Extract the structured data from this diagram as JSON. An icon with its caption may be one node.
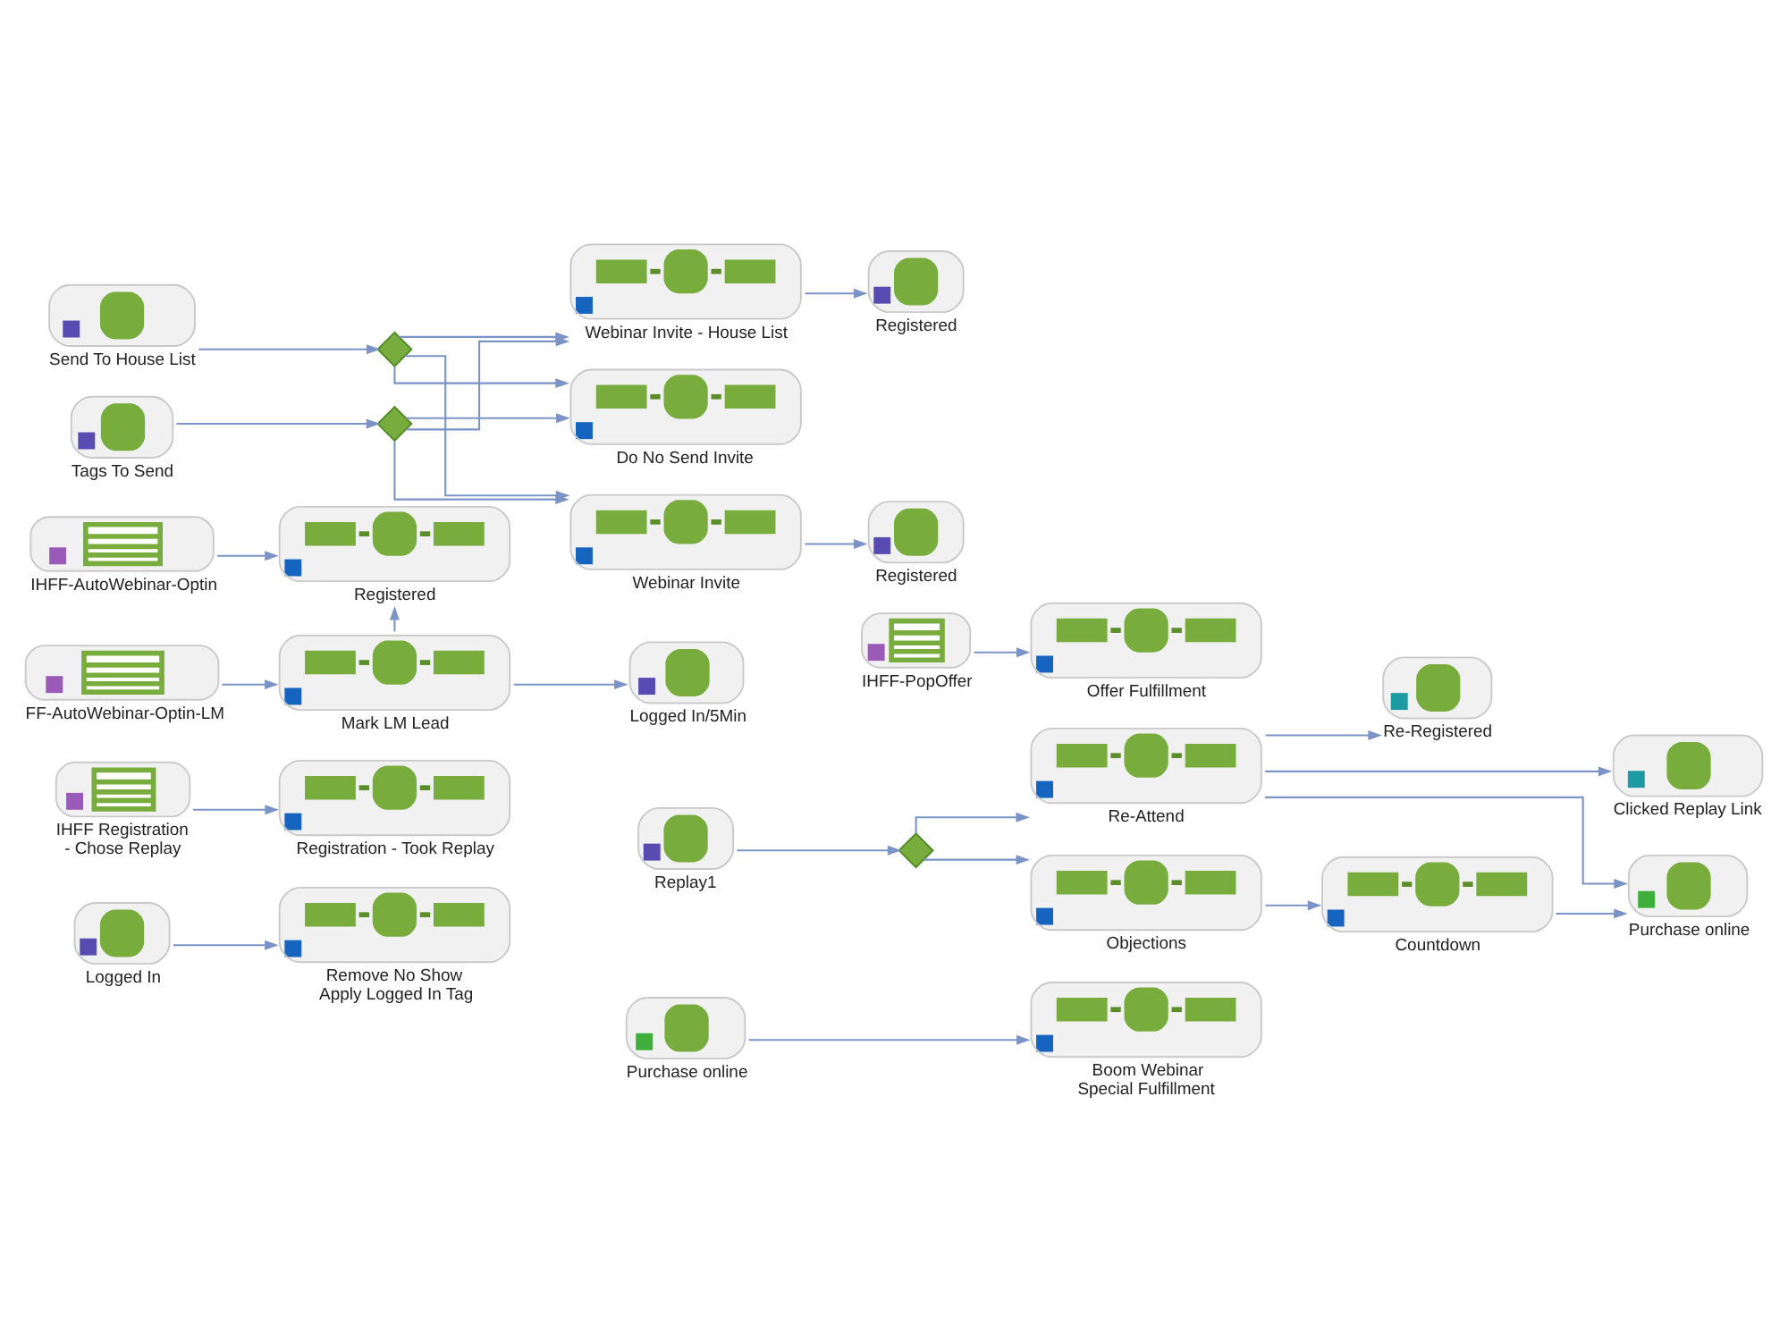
{
  "diagram": {
    "nodes": [
      {
        "text": [
          "Webinar Invite - House List"
        ]
      },
      {
        "text": [
          "Registered"
        ]
      },
      {
        "text": [
          "Send To House List"
        ]
      },
      {
        "text": [],
        "shape": "diamond"
      },
      {
        "text": [
          "Do No Send Invite"
        ]
      },
      {
        "text": [
          "Tags To Send"
        ]
      },
      {
        "text": [],
        "shape": "diamond"
      },
      {
        "text": [
          "Webinar Invite"
        ]
      },
      {
        "text": [
          "Registered"
        ]
      },
      {
        "text": [
          "IHFF-AutoWebinar-Optin"
        ]
      },
      {
        "text": [
          "Registered"
        ]
      },
      {
        "text": [
          "Logged In/5Min"
        ]
      },
      {
        "text": [
          "IHFF-PopOffer"
        ]
      },
      {
        "text": [
          "Offer Fulfillment"
        ]
      },
      {
        "text": [
          "Re-Registered"
        ]
      },
      {
        "text": [
          "Clicked Replay Link"
        ]
      },
      {
        "text": [
          "FF-AutoWebinar-Optin-LM"
        ]
      },
      {
        "text": [
          "Mark LM Lead"
        ]
      },
      {
        "text": [
          "Replay1"
        ]
      },
      {
        "text": [],
        "shape": "diamond"
      },
      {
        "text": [
          "Re-Attend"
        ]
      },
      {
        "text": [
          "Purchase online"
        ]
      },
      {
        "text": [
          "IHFF Registration - Chose Replay"
        ]
      },
      {
        "text": [
          "Registration - Took Replay"
        ]
      },
      {
        "text": [
          "Objections"
        ]
      },
      {
        "text": [
          "Countdown"
        ]
      },
      {
        "text": [
          "Purchase online"
        ]
      },
      {
        "text": [
          "Boom Webinar Special Fulfillment"
        ]
      },
      {
        "text": [
          "Logged In"
        ]
      },
      {
        "text": [
          "Remove No Show Apply Logged In Tag"
        ]
      }
    ],
    "edges": [
      {
        "from": 2,
        "to": 3,
        "arrow": "to"
      },
      {
        "from": 5,
        "to": 6,
        "arrow": "to"
      },
      {
        "from": 3,
        "to": 0,
        "arrow": "to"
      },
      {
        "from": 3,
        "to": 4,
        "arrow": "to"
      },
      {
        "from": 3,
        "to": 7,
        "arrow": "to"
      },
      {
        "from": 6,
        "to": 0,
        "arrow": "to"
      },
      {
        "from": 6,
        "to": 4,
        "arrow": "to"
      },
      {
        "from": 6,
        "to": 7,
        "arrow": "to"
      },
      {
        "from": 0,
        "to": 1,
        "arrow": "to"
      },
      {
        "from": 7,
        "to": 8,
        "arrow": "to"
      },
      {
        "from": 9,
        "to": 10,
        "arrow": "to"
      },
      {
        "from": 17,
        "to": 10,
        "arrow": "to"
      },
      {
        "from": 17,
        "to": 11,
        "arrow": "to"
      },
      {
        "from": 12,
        "to": 13,
        "arrow": "to"
      },
      {
        "from": 16,
        "to": 17,
        "arrow": "to"
      },
      {
        "from": 18,
        "to": 19,
        "arrow": "to"
      },
      {
        "from": 19,
        "to": 20,
        "arrow": "to"
      },
      {
        "from": 19,
        "to": 24,
        "arrow": "to"
      },
      {
        "from": 20,
        "to": 14,
        "arrow": "to"
      },
      {
        "from": 20,
        "to": 15,
        "arrow": "to"
      },
      {
        "from": 20,
        "to": 21,
        "arrow": "to"
      },
      {
        "from": 22,
        "to": 23,
        "arrow": "to"
      },
      {
        "from": 24,
        "to": 25,
        "arrow": "to"
      },
      {
        "from": 25,
        "to": 21,
        "arrow": "to"
      },
      {
        "from": 26,
        "to": 27,
        "arrow": "to"
      },
      {
        "from": 28,
        "to": 29,
        "arrow": "to"
      }
    ]
  }
}
